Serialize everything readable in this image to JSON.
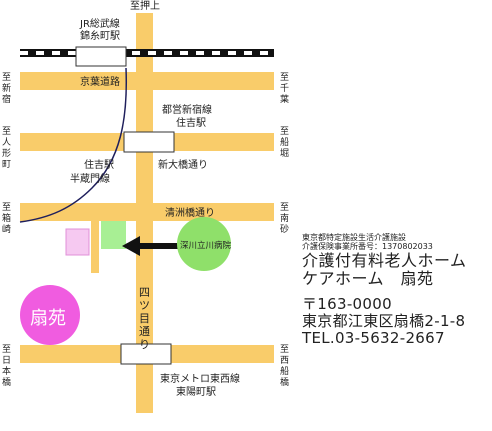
{
  "map": {
    "labels": {
      "north_road": "至押上",
      "jr_line_1": "JR総武線",
      "jr_line_2": "錦糸町駅",
      "keiyo_road": "京葉道路",
      "left_top_1": "至",
      "left_top_2": "新宿",
      "right_top_1": "至",
      "right_top_2": "千葉",
      "toei_line_1": "都営新宿線",
      "toei_line_2": "住吉駅",
      "left_mid_1": "至",
      "left_mid_2": "人形町",
      "right_mid_1": "至",
      "right_mid_2": "船堀",
      "hanzomon_1": "住吉駅",
      "hanzomon_2": "半蔵門線",
      "shin_ohashi": "新大橋通り",
      "kiyosu_road": "清洲橋通り",
      "left_lower_1": "至",
      "left_lower_2": "箱崎",
      "right_lower_1": "至",
      "right_lower_2": "南砂",
      "hospital": "深川立川病院",
      "yotsume_road": "四ツ目通り",
      "facility_circle": "扇苑",
      "left_bottom_1": "至",
      "left_bottom_2": "日本橋",
      "right_bottom_1": "至",
      "right_bottom_2": "西船橋",
      "tozai_line_1": "東京メトロ東西線",
      "tozai_line_2": "東陽町駅"
    },
    "colors": {
      "road": "#f9cc6a",
      "rail": "#1f1f5c",
      "station": "#ffffff",
      "facility_circle": "#f05ce0",
      "hospital_circle": "#8fe06a",
      "facility_building": "#f6c9f1",
      "hospital_building": "#a8ef94"
    }
  },
  "info": {
    "license": "東京都特定施設生活介護施設",
    "insurance_number": "介護保険事業所番号：1370802033",
    "name_line_1": "介護付有料老人ホーム",
    "name_line_2": "ケアホーム　扇苑",
    "postal_code": "〒163-0000",
    "address": "東京都江東区扇橋2-1-8",
    "phone": "TEL.03-5632-2667"
  }
}
